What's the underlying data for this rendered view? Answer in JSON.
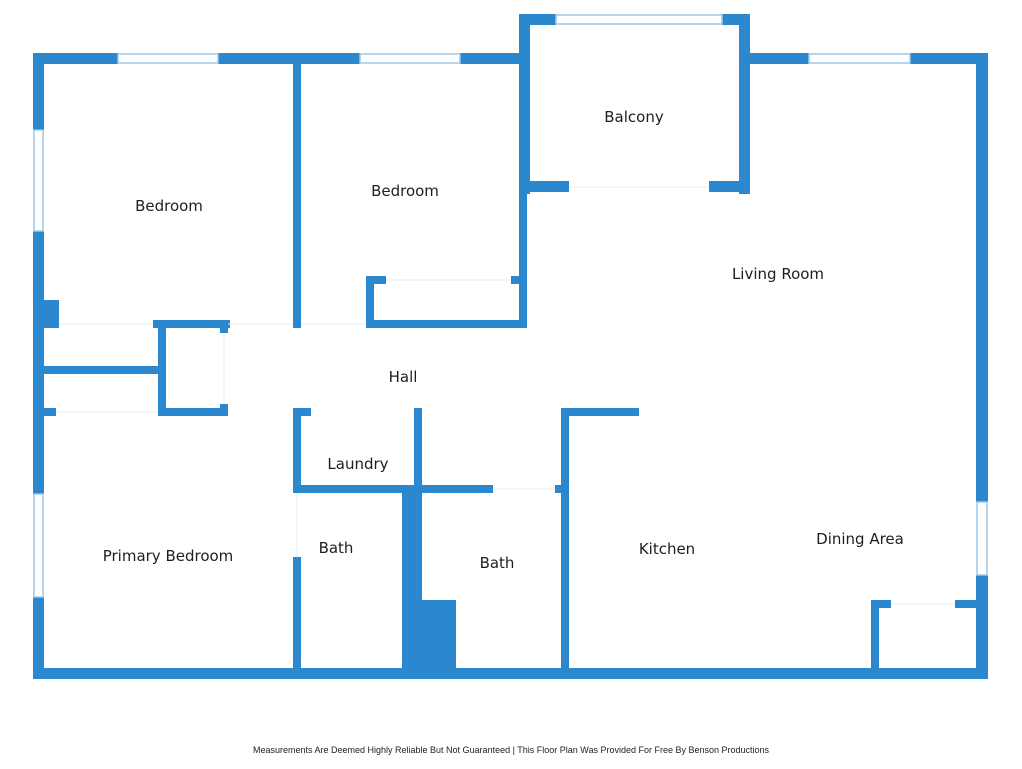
{
  "colors": {
    "wall": "#2b88cf",
    "window_frame": "#9fc9e8",
    "background": "#ffffff",
    "label_text": "#1e1e1e"
  },
  "rooms": {
    "bedroom_1": "Bedroom",
    "bedroom_2": "Bedroom",
    "balcony": "Balcony",
    "living_room": "Living Room",
    "hall": "Hall",
    "laundry": "Laundry",
    "primary_bedroom": "Primary Bedroom",
    "bath_1": "Bath",
    "bath_2": "Bath",
    "kitchen": "Kitchen",
    "dining_area": "Dining Area"
  },
  "footer": {
    "disclaimer": "Measurements Are Deemed Highly Reliable But Not Guaranteed | This Floor Plan Was Provided For Free By Benson Productions"
  }
}
